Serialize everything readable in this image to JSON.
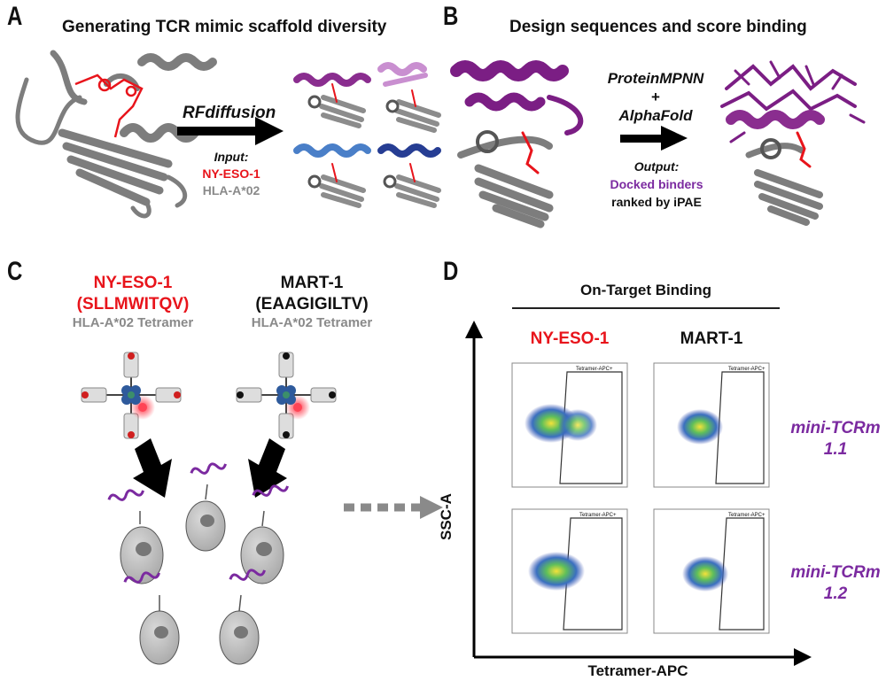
{
  "panels": {
    "a": {
      "letter": "A",
      "title": "Generating TCR mimic scaffold diversity",
      "method": "RFdiffusion",
      "input_label": "Input:",
      "peptide": "NY-ESO-1",
      "hla": "HLA-A*02"
    },
    "b": {
      "letter": "B",
      "title": "Design sequences and score binding",
      "tool1": "ProteinMPNN",
      "plus": "+",
      "tool2": "AlphaFold",
      "output_label": "Output:",
      "binders": "Docked binders",
      "ranking": "ranked by iPAE"
    },
    "c": {
      "letter": "C",
      "tetramers": [
        {
          "name": "NY-ESO-1",
          "sequence": "(SLLMWITQV)",
          "subtitle": "HLA-A*02 Tetramer",
          "color": "#e8141b"
        },
        {
          "name": "MART-1",
          "sequence": "(EAAGIGILTV)",
          "subtitle": "HLA-A*02 Tetramer",
          "color": "#111111"
        }
      ]
    },
    "d": {
      "letter": "D",
      "header": "On-Target Binding",
      "columns": [
        "NY-ESO-1",
        "MART-1"
      ],
      "rows": [
        {
          "name": "mini-TCRm",
          "version": "1.1"
        },
        {
          "name": "mini-TCRm",
          "version": "1.2"
        }
      ],
      "gate_label": "Tetramer-APC+",
      "y_axis": "SSC-A",
      "x_axis": "Tetramer-APC"
    }
  },
  "colors": {
    "red": "#e8141b",
    "purple": "#7b2aa0",
    "grey": "#8a8a8a",
    "protein": "#7d7d7d"
  }
}
